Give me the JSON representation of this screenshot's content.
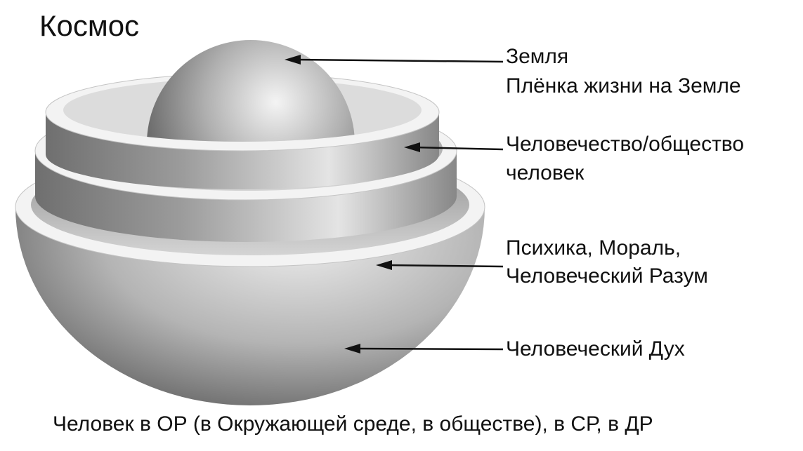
{
  "title": "Космос",
  "labels": {
    "earth": [
      "Земля",
      "Плёнка жизни на Земле"
    ],
    "humanity": [
      "Человечество/общество",
      "человек"
    ],
    "psyche": [
      "Психика, Мораль,",
      "Человеческий Разум"
    ],
    "spirit": [
      "Человеческий Дух"
    ]
  },
  "caption": "Человек в ОР (в Окружающей среде, в обществе), в СР, в ДР",
  "colors": {
    "line": "#111111",
    "rim": "#f3f3f3",
    "shell_dark": "#6d6d6d",
    "shell_light": "#e8e8e8"
  }
}
